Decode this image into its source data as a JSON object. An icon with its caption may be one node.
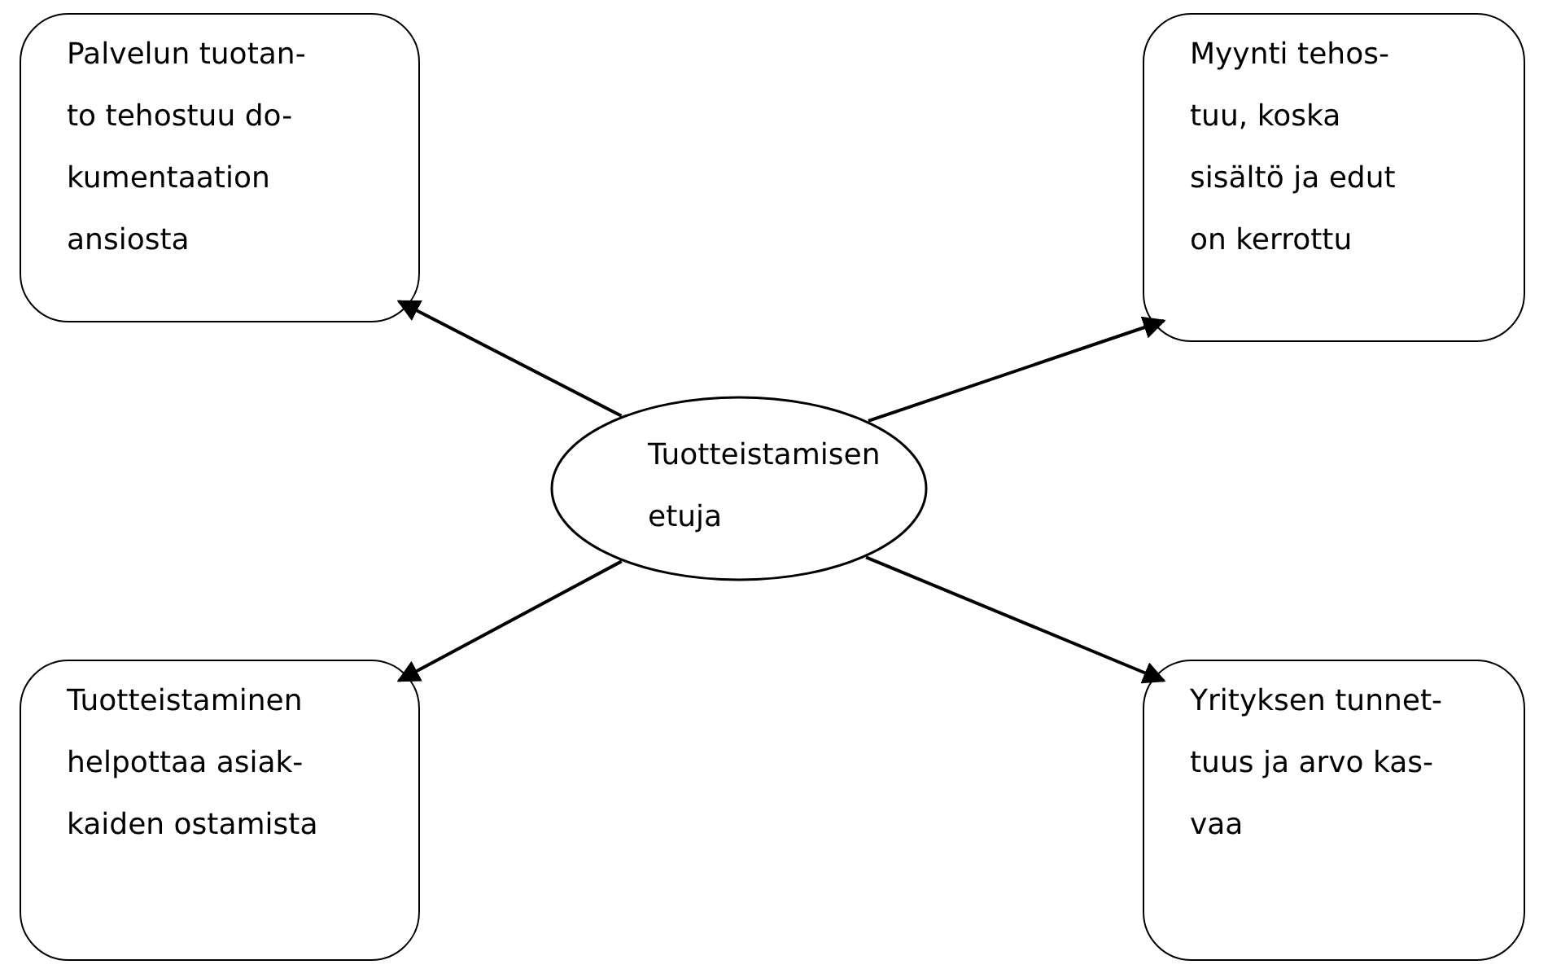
{
  "diagram": {
    "nodes": [
      {
        "text": [
          "Palvelun tuotan- to tehostuu do- kumentaation ansiosta"
        ]
      },
      {
        "text": [
          "Myynti tehos- tuu, koska sisältö ja edut on kerrottu"
        ]
      },
      {
        "text": [
          "Tuotteistamisen etuja"
        ]
      },
      {
        "text": [
          "Tuotteistaminen helpottaa asiak- kaiden ostamista"
        ]
      },
      {
        "text": [
          "Yrityksen tunnet- tuus ja arvo kas- vaa"
        ]
      }
    ],
    "edges": [
      {
        "from": 2,
        "to": 0,
        "arrow": "to"
      },
      {
        "from": 2,
        "to": 1,
        "arrow": "to"
      },
      {
        "from": 2,
        "to": 3,
        "arrow": "to"
      },
      {
        "from": 2,
        "to": 4,
        "arrow": "to"
      }
    ]
  }
}
